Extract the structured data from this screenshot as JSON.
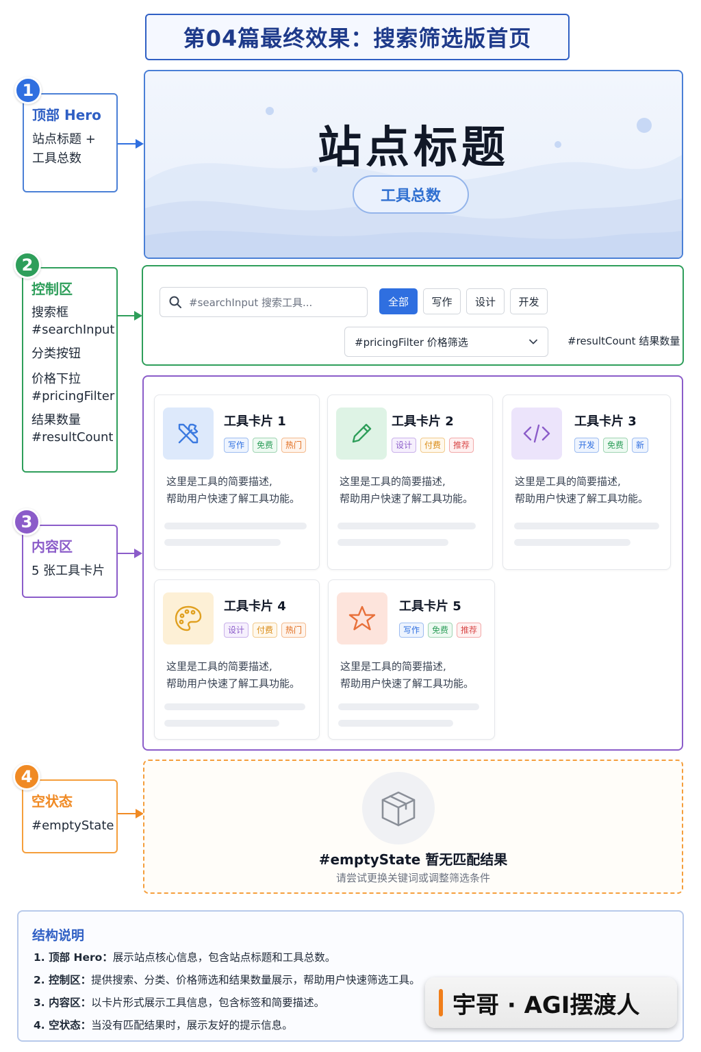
{
  "title": "第04篇最终效果：搜索筛选版首页",
  "colors": {
    "blue": "#2f6fe0",
    "green": "#2e9e5a",
    "purple": "#8b5cc9",
    "orange": "#f59e3b"
  },
  "steps": [
    {
      "num": "1",
      "title": "顶部 Hero",
      "lines": [
        "站点标题 +",
        "工具总数"
      ]
    },
    {
      "num": "2",
      "title": "控制区",
      "lines": [
        "搜索框",
        "#searchInput",
        "分类按钮",
        "价格下拉",
        "#pricingFilter",
        "结果数量",
        "#resultCount"
      ]
    },
    {
      "num": "3",
      "title": "内容区",
      "lines": [
        "5 张工具卡片"
      ]
    },
    {
      "num": "4",
      "title": "空状态",
      "lines": [
        "#emptyState"
      ]
    }
  ],
  "hero": {
    "site_title": "站点标题",
    "tool_count": "工具总数"
  },
  "control": {
    "search_placeholder": "#searchInput 搜索工具...",
    "categories": [
      "全部",
      "写作",
      "设计",
      "开发"
    ],
    "active_category": "全部",
    "pricing_filter": "#pricingFilter 价格筛选",
    "result_count": "#resultCount 结果数量"
  },
  "cards": [
    {
      "title": "工具卡片 1",
      "icon": "tools-icon",
      "tags": [
        "写作",
        "免费",
        "热门"
      ],
      "desc1": "这里是工具的简要描述,",
      "desc2": "帮助用户快速了解工具功能。"
    },
    {
      "title": "工具卡片 2",
      "icon": "pencil-icon",
      "tags": [
        "设计",
        "付费",
        "推荐"
      ],
      "desc1": "这里是工具的简要描述,",
      "desc2": "帮助用户快速了解工具功能。"
    },
    {
      "title": "工具卡片 3",
      "icon": "code-icon",
      "tags": [
        "开发",
        "免费",
        "新"
      ],
      "desc1": "这里是工具的简要描述,",
      "desc2": "帮助用户快速了解工具功能。"
    },
    {
      "title": "工具卡片 4",
      "icon": "palette-icon",
      "tags": [
        "设计",
        "付费",
        "热门"
      ],
      "desc1": "这里是工具的简要描述,",
      "desc2": "帮助用户快速了解工具功能。"
    },
    {
      "title": "工具卡片 5",
      "icon": "star-icon",
      "tags": [
        "写作",
        "免费",
        "推荐"
      ],
      "desc1": "这里是工具的简要描述,",
      "desc2": "帮助用户快速了解工具功能。"
    }
  ],
  "empty_state": {
    "title": "#emptyState 暂无匹配结果",
    "subtitle": "请尝试更换关键词或调整筛选条件"
  },
  "notes": {
    "title": "结构说明",
    "items": [
      {
        "label": "1.  顶部 Hero：",
        "text": "展示站点核心信息，包含站点标题和工具总数。"
      },
      {
        "label": "2.  控制区：",
        "text": "提供搜索、分类、价格筛选和结果数量展示，帮助用户快速筛选工具。"
      },
      {
        "label": "3.  内容区：",
        "text": "以卡片形式展示工具信息，包含标签和简要描述。"
      },
      {
        "label": "4.  空状态：",
        "text": "当没有匹配结果时，展示友好的提示信息。"
      }
    ]
  },
  "watermark": "宇哥 · AGI摆渡人"
}
